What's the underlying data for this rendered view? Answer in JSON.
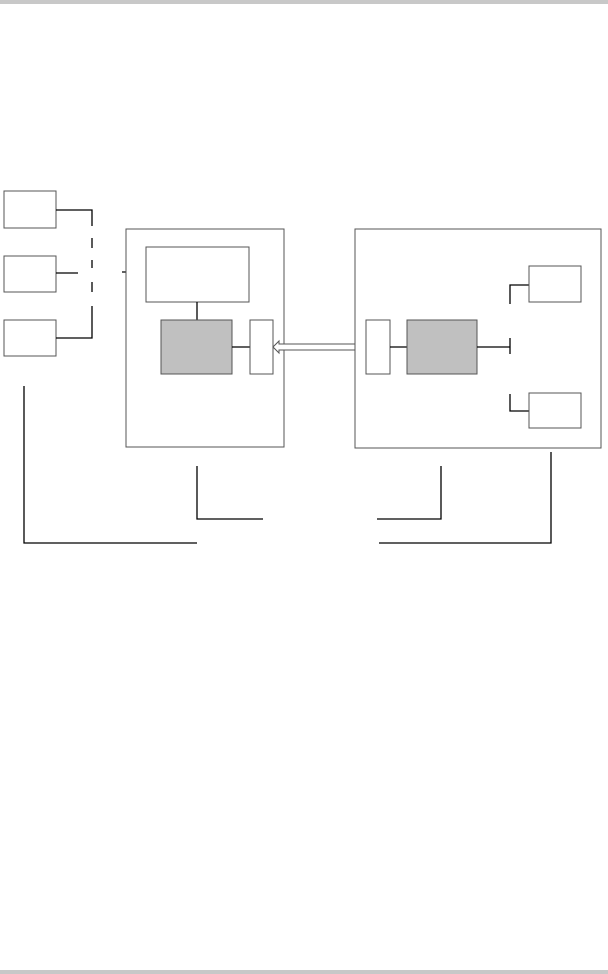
{
  "colors": {
    "rule": "#c8c8c8",
    "line": "#000000",
    "box_border": "#555555",
    "box_fill": "#ffffff",
    "processor_fill": "#c0c0c0",
    "arrow_fill": "#ffffff"
  },
  "diagram": {
    "nodes": [
      "left-input-box-1",
      "left-input-box-2",
      "left-input-box-3",
      "left-enclosure",
      "left-upper-module",
      "left-processor",
      "left-interface",
      "right-enclosure",
      "right-interface",
      "right-processor",
      "right-output-box-1",
      "right-output-box-2"
    ],
    "links": [
      "inputs-to-left-upper-module",
      "left-upper-module-to-left-processor",
      "left-processor-to-left-interface",
      "left-interface-to-right-interface",
      "right-interface-to-right-processor",
      "right-processor-to-outputs",
      "callout-left-enclosure",
      "callout-right-enclosure",
      "callout-inputs",
      "callout-right-outer"
    ],
    "bidirectional_link": "left-interface-to-right-interface"
  }
}
